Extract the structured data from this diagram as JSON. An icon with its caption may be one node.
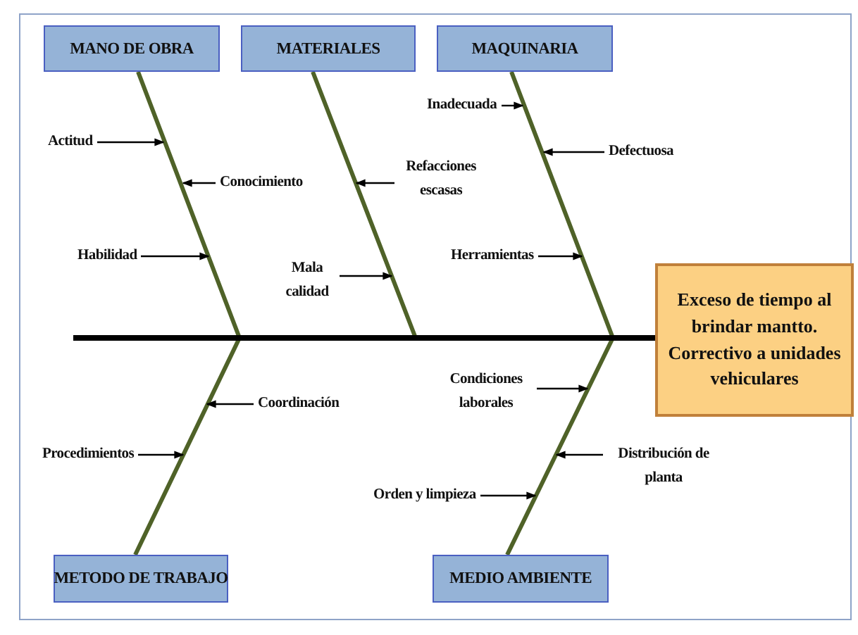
{
  "diagram": {
    "nodes": [
      {
        "text": [
          "MANO DE OBRA"
        ]
      },
      {
        "text": [
          "MATERIALES"
        ]
      },
      {
        "text": [
          "MAQUINARIA"
        ]
      },
      {
        "text": [
          "Actitud"
        ]
      },
      {
        "text": [
          "Inadecuada"
        ]
      },
      {
        "text": [
          "Defectuosa"
        ]
      },
      {
        "text": [
          "Refacciones escasas"
        ]
      },
      {
        "text": [
          "Conocimiento"
        ]
      },
      {
        "text": [
          "Habilidad"
        ]
      },
      {
        "text": [
          "Herramientas"
        ]
      },
      {
        "text": [
          "Mala calidad"
        ]
      },
      {
        "text": [
          "Exceso de tiempo al brindar mantto. Correctivo a unidades vehiculares"
        ]
      },
      {
        "text": [
          "Condiciones laborales"
        ]
      },
      {
        "text": [
          "Coordinación"
        ]
      },
      {
        "text": [
          "Procedimientos"
        ]
      },
      {
        "text": [
          "Distribución de planta"
        ]
      },
      {
        "text": [
          "Orden y limpieza"
        ]
      },
      {
        "text": [
          "METODO DE TRABAJO"
        ]
      },
      {
        "text": [
          "MEDIO AMBIENTE"
        ]
      }
    ],
    "edges": [
      {
        "from": 0,
        "to": 11,
        "arrow": "none",
        "style": "thick",
        "color": "#4f6228"
      },
      {
        "from": 1,
        "to": 11,
        "arrow": "none",
        "style": "thick",
        "color": "#4f6228"
      },
      {
        "from": 2,
        "to": 11,
        "arrow": "none",
        "style": "thick",
        "color": "#4f6228"
      },
      {
        "from": 17,
        "to": 11,
        "arrow": "none",
        "style": "thick",
        "color": "#4f6228"
      },
      {
        "from": 18,
        "to": 11,
        "arrow": "none",
        "style": "thick",
        "color": "#4f6228"
      },
      {
        "from": null,
        "to": 11,
        "arrow": "none",
        "style": "thick"
      },
      {
        "from": 3,
        "to": null,
        "arrow": "to"
      },
      {
        "from": 4,
        "to": null,
        "arrow": "to"
      },
      {
        "from": 5,
        "to": null,
        "arrow": "to"
      },
      {
        "from": 6,
        "to": null,
        "arrow": "to"
      },
      {
        "from": 7,
        "to": null,
        "arrow": "to"
      },
      {
        "from": 8,
        "to": null,
        "arrow": "to"
      },
      {
        "from": 9,
        "to": null,
        "arrow": "to"
      },
      {
        "from": 10,
        "to": null,
        "arrow": "to"
      },
      {
        "from": 12,
        "to": null,
        "arrow": "to"
      },
      {
        "from": 13,
        "to": null,
        "arrow": "to"
      },
      {
        "from": 14,
        "to": null,
        "arrow": "to"
      },
      {
        "from": 15,
        "to": null,
        "arrow": "to"
      },
      {
        "from": 16,
        "to": null,
        "arrow": "to"
      }
    ]
  }
}
